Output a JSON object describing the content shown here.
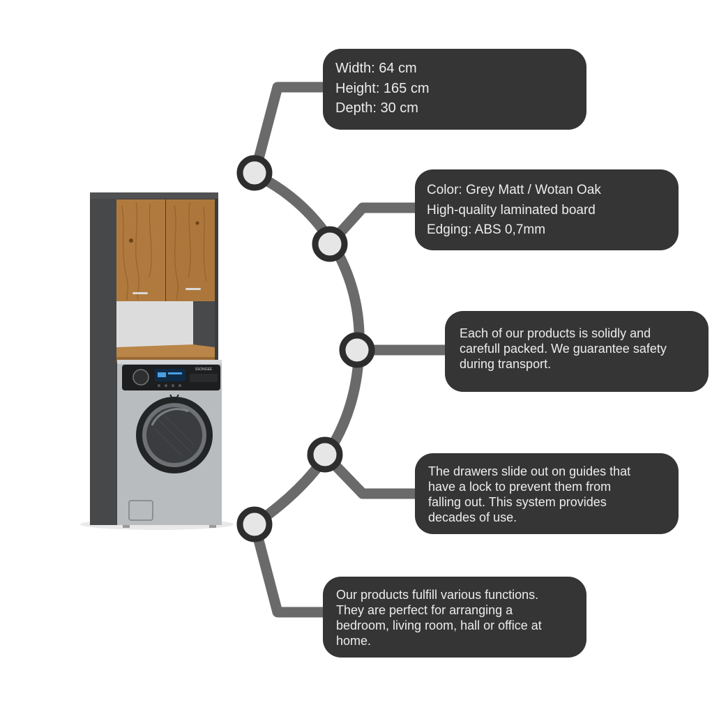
{
  "features": {
    "dimensions": {
      "lines": [
        "Width: 64 cm",
        "Height: 165 cm",
        "Depth: 30 cm"
      ]
    },
    "material": {
      "lines": [
        "Color: Grey Matt / Wotan Oak",
        "High-quality laminated board",
        "Edging: ABS 0,7mm"
      ]
    },
    "packaging": {
      "lines": [
        "Each of our products is solidly and",
        "carefull packed. We guarantee safety",
        "during transport."
      ]
    },
    "drawers": {
      "lines": [
        "The drawers slide out on guides that",
        "have a lock to prevent them from",
        "falling out. This system provides",
        "decades of use."
      ]
    },
    "functions": {
      "lines": [
        "Our products fulfill various functions.",
        "They are perfect for arranging a",
        "bedroom, living room, hall or office at",
        "home."
      ]
    }
  },
  "product": {
    "washer_brand": "SSONGEE"
  },
  "colors": {
    "box_bg": "#353535",
    "box_text": "#ececec",
    "connector": "#6a6a6a",
    "node_ring": "#2d2d2d",
    "node_fill": "#e6e6e6",
    "cabinet_body": "#3c3d3f",
    "oak": "#b07a3e",
    "washer_silver": "#b9bcbf"
  }
}
